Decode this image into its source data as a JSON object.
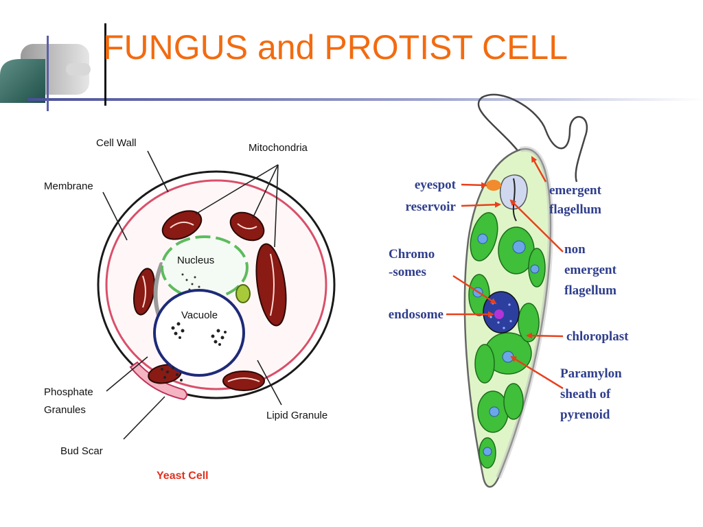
{
  "slide": {
    "title": "FUNGUS and PROTIST CELL"
  },
  "yeast": {
    "caption": "Yeast Cell",
    "labels": {
      "cell_wall": "Cell Wall",
      "mitochondria": "Mitochondria",
      "membrane": "Membrane",
      "nucleus": "Nucleus",
      "vacuole": "Vacuole",
      "phosphate_1": "Phosphate",
      "phosphate_2": "Granules",
      "lipid_granule": "Lipid Granule",
      "bud_scar": "Bud Scar"
    }
  },
  "euglena": {
    "labels": {
      "eyespot": "eyespot",
      "reservoir": "reservoir",
      "chromosomes_1": "Chromo",
      "chromosomes_2": "-somes",
      "endosome": "endosome",
      "emergent_1": "emergent",
      "emergent_2": "flagellum",
      "non_emergent_1": "non",
      "non_emergent_2": "emergent",
      "non_emergent_3": "flagellum",
      "chloroplast": "chloroplast",
      "paramylon_1": "Paramylon",
      "paramylon_2": "sheath of",
      "paramylon_3": "pyrenoid"
    }
  },
  "colors": {
    "title": "#f26b10",
    "euglena_label": "#2f3e8c",
    "pointer_arrow": "#e8401c",
    "chloroplast": "#3fbf3a",
    "mitochondria": "#8a1a14"
  }
}
